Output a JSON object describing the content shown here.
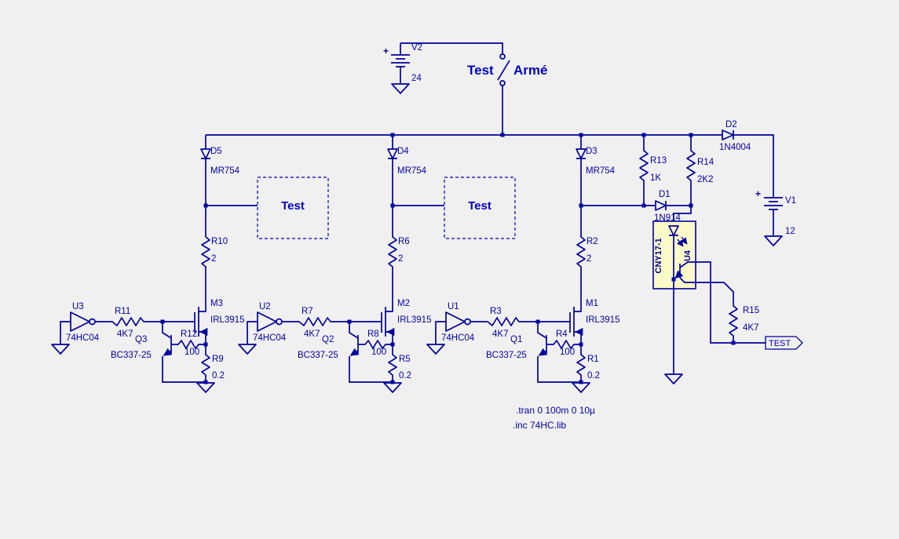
{
  "canvas": {
    "background": "#f0f0f0",
    "wire_color": "#00009e",
    "label_color": "#0000a6",
    "highlight_fill": "#fbfbca"
  },
  "power": {
    "v2": {
      "ref": "V2",
      "value": "24",
      "plus": "+"
    },
    "v1": {
      "ref": "V1",
      "value": "12",
      "plus": "+"
    }
  },
  "switch": {
    "label_left": "Test",
    "label_right": "Armé"
  },
  "right_section": {
    "d2": {
      "ref": "D2",
      "value": "1N4004"
    },
    "d1": {
      "ref": "D1",
      "value": "1N914"
    },
    "r13": {
      "ref": "R13",
      "value": "1K"
    },
    "r14": {
      "ref": "R14",
      "value": "2K2"
    },
    "r15": {
      "ref": "R15",
      "value": "4K7"
    },
    "opto": {
      "part": "CNY17-1",
      "ref": "U4"
    },
    "port": "TEST"
  },
  "directives": [
    ".tran 0 100m 0 10µ",
    ".inc 74HC.lib"
  ],
  "stages": [
    {
      "d_ref": "D5",
      "d_val": "MR754",
      "test": "Test",
      "r_top_ref": "R10",
      "r_top_val": "2",
      "m_ref": "M3",
      "m_val": "IRL3915",
      "r_gate_ref": "R11",
      "r_gate_val": "4K7",
      "u_ref": "U3",
      "u_val": "74HC04",
      "q_ref": "Q3",
      "q_val": "BC337-25",
      "r_base_ref": "R12",
      "r_base_val": "100",
      "r_sense_ref": "R9",
      "r_sense_val": "0.2"
    },
    {
      "d_ref": "D4",
      "d_val": "MR754",
      "test": "Test",
      "r_top_ref": "R6",
      "r_top_val": "2",
      "m_ref": "M2",
      "m_val": "IRL3915",
      "r_gate_ref": "R7",
      "r_gate_val": "4K7",
      "u_ref": "U2",
      "u_val": "74HC04",
      "q_ref": "Q2",
      "q_val": "BC337-25",
      "r_base_ref": "R8",
      "r_base_val": "100",
      "r_sense_ref": "R5",
      "r_sense_val": "0.2"
    },
    {
      "d_ref": "D3",
      "d_val": "MR754",
      "r_top_ref": "R2",
      "r_top_val": "2",
      "m_ref": "M1",
      "m_val": "IRL3915",
      "r_gate_ref": "R3",
      "r_gate_val": "4K7",
      "u_ref": "U1",
      "u_val": "74HC04",
      "q_ref": "Q1",
      "q_val": "BC337-25",
      "r_base_ref": "R4",
      "r_base_val": "100",
      "r_sense_ref": "R1",
      "r_sense_val": "0.2"
    }
  ]
}
